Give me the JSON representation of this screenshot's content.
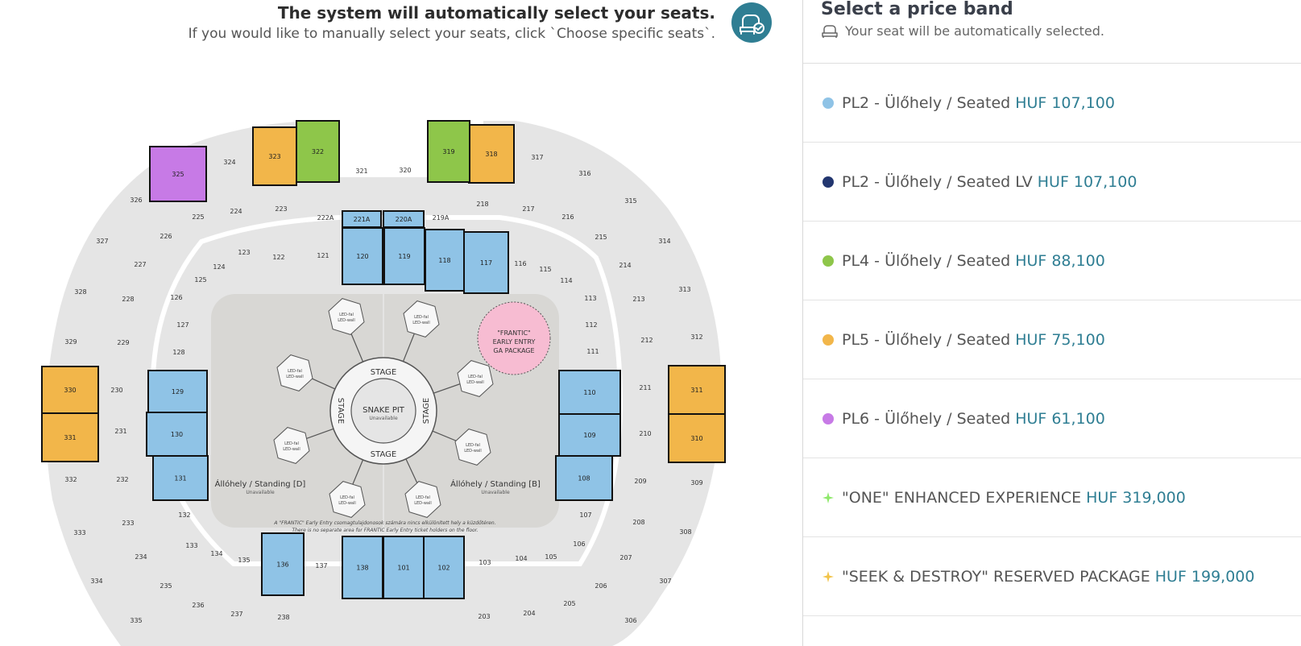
{
  "header": {
    "title": "The system will automatically select your seats.",
    "subtitle": "If you would like to manually select your seats, click `Choose specific seats`.",
    "icon": "auto-seat-icon"
  },
  "panel": {
    "title": "Select a price band",
    "subtitle": "Your seat will be automatically selected.",
    "subtitle_icon": "seat-icon"
  },
  "bands": [
    {
      "label": "PL2 - Ülőhely / Seated",
      "currency": "HUF",
      "price": "107,100",
      "color": "#8fc3e6",
      "marker": "dot"
    },
    {
      "label": "PL2 - Ülőhely / Seated LV",
      "currency": "HUF",
      "price": "107,100",
      "color": "#22366f",
      "marker": "dot"
    },
    {
      "label": "PL4 - Ülőhely / Seated",
      "currency": "HUF",
      "price": "88,100",
      "color": "#8ec64a",
      "marker": "dot"
    },
    {
      "label": "PL5 - Ülőhely / Seated",
      "currency": "HUF",
      "price": "75,100",
      "color": "#f2b64a",
      "marker": "dot"
    },
    {
      "label": "PL6 - Ülőhely / Seated",
      "currency": "HUF",
      "price": "61,100",
      "color": "#c77ae6",
      "marker": "dot"
    },
    {
      "label": "\"ONE\" ENHANCED EXPERIENCE",
      "currency": "HUF",
      "price": "319,000",
      "color": "#8ee86a",
      "marker": "star"
    },
    {
      "label": "\"SEEK & DESTROY\" RESERVED PACKAGE",
      "currency": "HUF",
      "price": "199,000",
      "color": "#f2c44a",
      "marker": "star"
    }
  ],
  "map": {
    "stage": "STAGE",
    "pit": "SNAKE PIT",
    "unavailable": "Unavailable",
    "led": "LED-fal",
    "led2": "LED-wall",
    "frantic": [
      "\"FRANTIC\"",
      "EARLY ENTRY",
      "GA PACKAGE"
    ],
    "standing_d": "Állóhely / Standing [D]",
    "standing_b": "Állóhely / Standing [B]",
    "note1": "A \"FRANTIC\" Early Entry csomagtulajdonosok számára nincs elkülönített hely a küzdőtéren.",
    "note2": "There is no separate area for FRANTIC Early Entry ticket holders on the floor.",
    "blue_sections": [
      "221A",
      "220A",
      "120",
      "119",
      "118",
      "117",
      "129",
      "130",
      "131",
      "110",
      "109",
      "108",
      "136",
      "138",
      "101",
      "102"
    ],
    "orange_sections": [
      "323",
      "318",
      "330",
      "331",
      "311",
      "310"
    ],
    "green_sections": [
      "322",
      "319"
    ],
    "purple_sections": [
      "325"
    ],
    "grey_labels": [
      "324",
      "321",
      "320",
      "317",
      "316",
      "326",
      "225",
      "224",
      "223",
      "222A",
      "219A",
      "218",
      "217",
      "216",
      "215",
      "315",
      "314",
      "327",
      "226",
      "123",
      "122",
      "121",
      "116",
      "115",
      "214",
      "227",
      "124",
      "125",
      "114",
      "313",
      "328",
      "228",
      "126",
      "113",
      "213",
      "127",
      "112",
      "329",
      "229",
      "212",
      "312",
      "128",
      "111",
      "230",
      "211",
      "231",
      "210",
      "332",
      "232",
      "209",
      "309",
      "132",
      "107",
      "233",
      "208",
      "333",
      "308",
      "133",
      "106",
      "234",
      "134",
      "135",
      "137",
      "103",
      "104",
      "105",
      "207",
      "334",
      "235",
      "206",
      "307",
      "236",
      "205",
      "237",
      "238",
      "203",
      "204",
      "306",
      "335"
    ]
  }
}
